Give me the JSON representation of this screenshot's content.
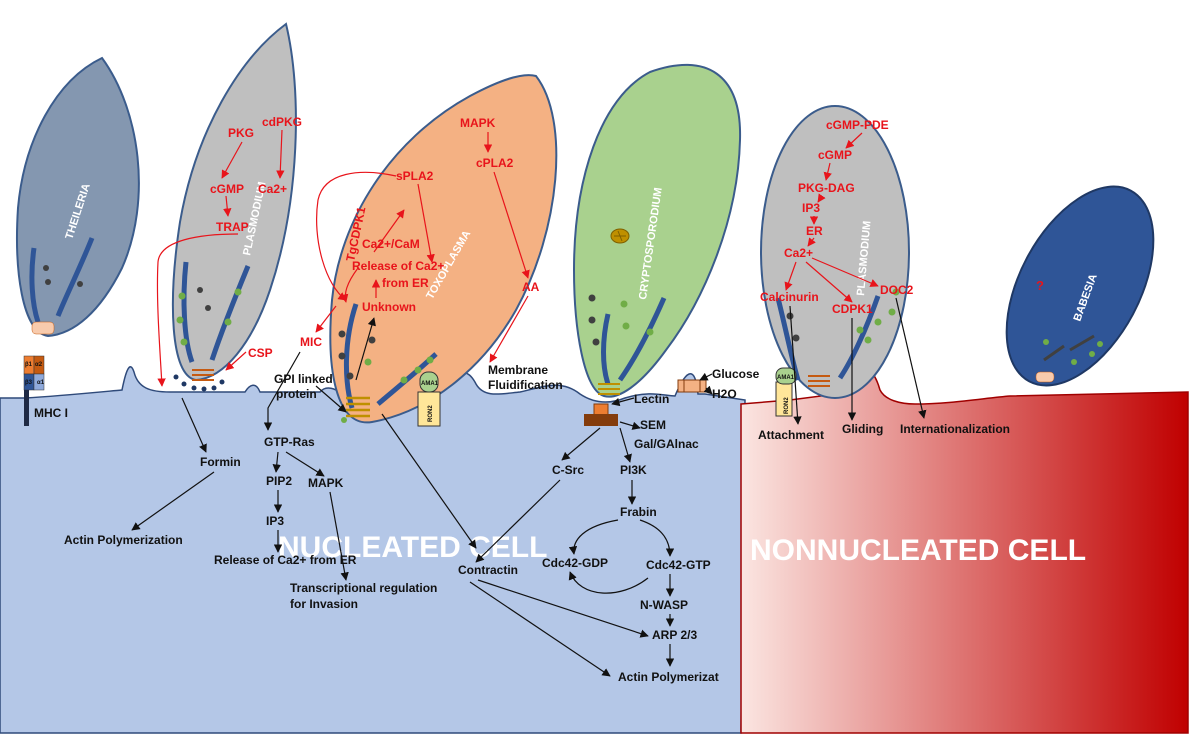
{
  "organisms": {
    "theileria": "THEILERIA",
    "plasmodium_left": "PLASMODIUM",
    "toxoplasma": "TOXOPLASMA",
    "cryptosporidium": "CRYPTOSPORODIUM",
    "plasmodium_right": "PLASMODIUM",
    "babesia": "BABESIA",
    "babesia_unknown": "?"
  },
  "regions": {
    "nucleated": "NUCLEATED CELL",
    "nonnucleated": "NONNUCLEATED CELL"
  },
  "theileria": {
    "mhc": "MHC I",
    "a2": "α2",
    "a1": "α1",
    "b3": "β3",
    "b1": "β1"
  },
  "plasmodium_left": {
    "pkg": "PKG",
    "cdpkg": "cdPKG",
    "cgmp": "cGMP",
    "ca": "Ca2+",
    "trap": "TRAP",
    "csp": "CSP"
  },
  "toxoplasma": {
    "spla2": "sPLA2",
    "tgcdpk1": "TgCDPK1",
    "cacam": "Ca2+/CaM",
    "release1": "Release of Ca2+",
    "release2": "from ER",
    "unknown": "Unknown",
    "mapk": "MAPK",
    "cpla2": "cPLA2",
    "aa": "AA",
    "mic": "MIC",
    "gpi1": "GPI linked",
    "gpi2": "protein",
    "membrane1": "Membrane",
    "membrane2": "Fluidification",
    "ama1": "AMA1",
    "ron2": "RON2"
  },
  "crypto": {
    "lectin": "Lectin",
    "glucose": "Glucose",
    "h2o": "H2O",
    "sem": "SEM",
    "galgalnac": "Gal/GAlnac"
  },
  "plasmodium_right": {
    "cgmppde": "cGMP-PDE",
    "cgmp": "cGMP",
    "pkgdag": "PKG-DAG",
    "ip3": "IP3",
    "er": "ER",
    "ca": "Ca2+",
    "calcineurin": "Calcinurin",
    "cdpk1": "CDPK1",
    "doc2": "DOC2",
    "ama1": "AMA1",
    "ron2": "RON2"
  },
  "host": {
    "formin": "Formin",
    "actin_left": "Actin Polymerization",
    "gtpras": "GTP-Ras",
    "pip2": "PIP2",
    "mapk": "MAPK",
    "ip3": "IP3",
    "release_er": "Release of Ca2+ from ER",
    "transcriptional1": "Transcriptional regulation",
    "transcriptional2": "for Invasion",
    "contractin": "Contractin",
    "csrc": "C-Src",
    "pi3k": "PI3K",
    "frabin": "Frabin",
    "cdc42gdp": "Cdc42-GDP",
    "cdc42gtp": "Cdc42-GTP",
    "nwasp": "N-WASP",
    "arp": "ARP 2/3",
    "actin_right": "Actin Polymerizat"
  },
  "rbc_outcomes": {
    "attachment": "Attachment",
    "gliding": "Gliding",
    "internalization": "Internationalization"
  },
  "colors": {
    "host_blue": "#b4c7e7",
    "host_stroke": "#2f4a7a",
    "theileria": "#8497b0",
    "plasmodium": "#bfbfbf",
    "toxoplasma": "#f4b183",
    "crypto": "#a9d18e",
    "babesia": "#2f5597",
    "rbc_dark": "#c00000",
    "rbc_light": "#fbe5e1",
    "arrow_red": "#e8141b",
    "text_black": "#111111"
  }
}
